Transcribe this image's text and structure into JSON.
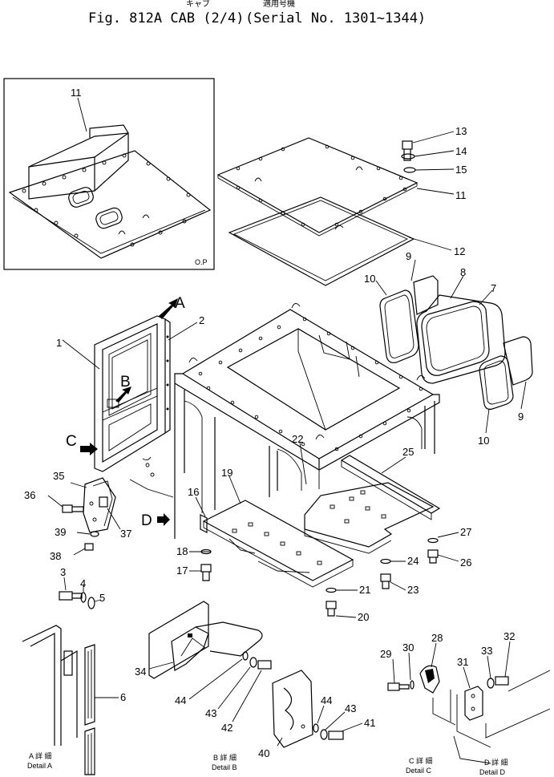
{
  "header": {
    "jp_left": "キャブ",
    "jp_right": "適用号機",
    "title": "Fig. 812A  CAB (2/4)",
    "serial": "(Serial No. 1301~1344)"
  },
  "inset": {
    "tag": "O.P",
    "part": "11"
  },
  "view_letters": [
    "A",
    "B",
    "C",
    "D"
  ],
  "parts": [
    "1",
    "2",
    "3",
    "4",
    "5",
    "6",
    "7",
    "8",
    "9",
    "10",
    "11",
    "12",
    "13",
    "14",
    "15",
    "16",
    "17",
    "18",
    "19",
    "20",
    "21",
    "22",
    "23",
    "24",
    "25",
    "26",
    "27",
    "28",
    "29",
    "30",
    "31",
    "32",
    "33",
    "34",
    "35",
    "36",
    "37",
    "38",
    "39",
    "40",
    "41",
    "42",
    "43",
    "44"
  ],
  "details": [
    {
      "jp": "A 詳 細",
      "en": "Detail  A"
    },
    {
      "jp": "B 詳 細",
      "en": "Detail  B"
    },
    {
      "jp": "C 詳 細",
      "en": "Detail  C"
    },
    {
      "jp": "D 詳 細",
      "en": "Detail  D"
    }
  ]
}
